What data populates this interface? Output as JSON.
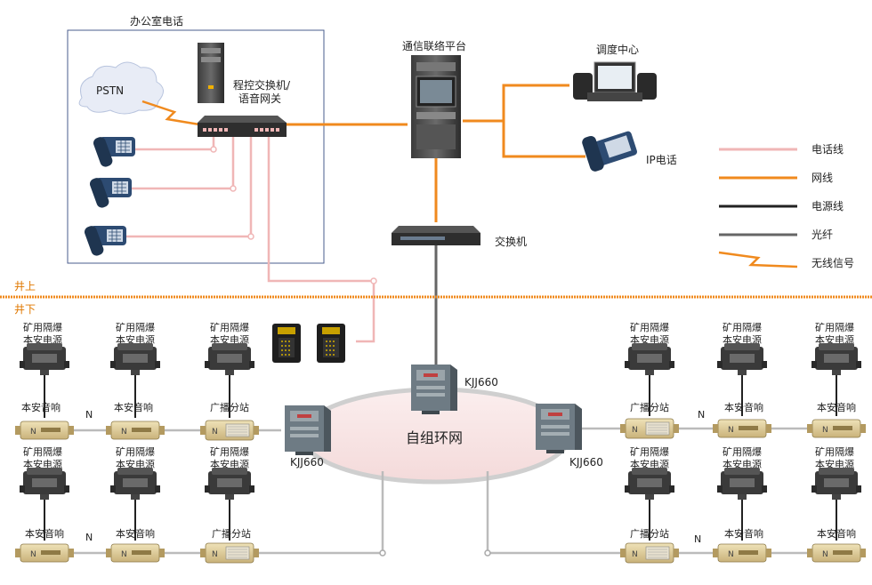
{
  "office_title": "办公室电话",
  "pstn_label": "PSTN",
  "pbx_label_line1": "程控交换机/",
  "pbx_label_line2": "语音网关",
  "platform_label": "通信联络平台",
  "dispatch_label": "调度中心",
  "ip_phone_label": "IP电话",
  "switch_label": "交换机",
  "above_ground": "井上",
  "below_ground": "井下",
  "ring_label": "自组环网",
  "kjj_label": "KJJ660",
  "power_line1": "矿用隔爆",
  "power_line2": "本安电源",
  "speaker_label": "本安音响",
  "broadcast_label": "广播分站",
  "n_label": "N",
  "legend": {
    "items": [
      {
        "label": "电话线",
        "color": "#f0b6b6",
        "kind": "line"
      },
      {
        "label": "网线",
        "color": "#f08a1e",
        "kind": "line"
      },
      {
        "label": "电源线",
        "color": "#222222",
        "kind": "line"
      },
      {
        "label": "光纤",
        "color": "#666666",
        "kind": "line"
      },
      {
        "label": "无线信号",
        "color": "#f08a1e",
        "kind": "zigzag"
      }
    ]
  },
  "colors": {
    "phone_line": "#f0b6b6",
    "network_line": "#f08a1e",
    "fiber_line": "#666666",
    "bus_line": "#bbbbbb",
    "device_gold": "#c8b278",
    "device_dark": "#2f2f2f"
  }
}
